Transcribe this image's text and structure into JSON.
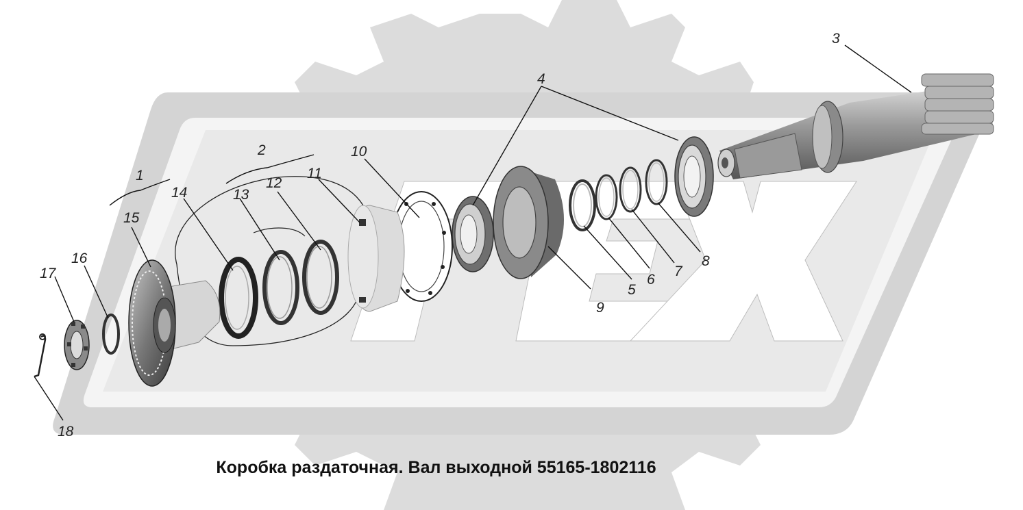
{
  "caption": "Коробка раздаточная. Вал выходной 55165-1802116",
  "callouts": [
    "1",
    "2",
    "3",
    "4",
    "5",
    "6",
    "7",
    "8",
    "9",
    "10",
    "11",
    "12",
    "13",
    "14",
    "15",
    "16",
    "17",
    "18"
  ],
  "colors": {
    "watermark": "#d8d8d8",
    "watermark_light": "#e6e6e6",
    "part_dark": "#555555",
    "part_mid": "#9a9a9a",
    "part_light": "#c8c8c8"
  }
}
